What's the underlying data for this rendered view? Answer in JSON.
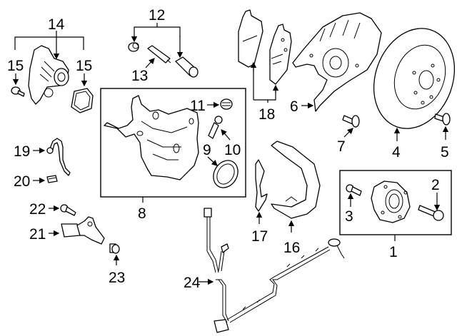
{
  "diagram": {
    "type": "exploded-parts-diagram",
    "subject": "rear brake assembly",
    "callouts": [
      {
        "number": "1",
        "part": "hub-bearing-assembly"
      },
      {
        "number": "2",
        "part": "hub-bolt"
      },
      {
        "number": "3",
        "part": "hub-screw"
      },
      {
        "number": "4",
        "part": "brake-rotor"
      },
      {
        "number": "5",
        "part": "rotor-screw"
      },
      {
        "number": "6",
        "part": "splash-shield"
      },
      {
        "number": "7",
        "part": "shield-bolt"
      },
      {
        "number": "8",
        "part": "caliper-assembly"
      },
      {
        "number": "9",
        "part": "piston-seal"
      },
      {
        "number": "10",
        "part": "bleeder-screw"
      },
      {
        "number": "11",
        "part": "bleeder-cap"
      },
      {
        "number": "12",
        "part": "guide-pin-kit"
      },
      {
        "number": "13",
        "part": "guide-pin"
      },
      {
        "number": "14",
        "part": "parking-brake-motor"
      },
      {
        "number": "15",
        "part": "motor-screw"
      },
      {
        "number": "15",
        "part": "motor-seal-ring"
      },
      {
        "number": "16",
        "part": "caliper-bracket"
      },
      {
        "number": "17",
        "part": "pad-spring"
      },
      {
        "number": "18",
        "part": "brake-pads"
      },
      {
        "number": "19",
        "part": "brake-hose"
      },
      {
        "number": "20",
        "part": "hose-clip"
      },
      {
        "number": "21",
        "part": "abs-wheel-speed-sensor"
      },
      {
        "number": "22",
        "part": "sensor-bolt"
      },
      {
        "number": "23",
        "part": "sensor-grommet"
      },
      {
        "number": "24",
        "part": "wiring-harness"
      }
    ]
  },
  "labels": {
    "c1": "1",
    "c2": "2",
    "c3": "3",
    "c4": "4",
    "c5": "5",
    "c6": "6",
    "c7": "7",
    "c8": "8",
    "c9": "9",
    "c10": "10",
    "c11": "11",
    "c12": "12",
    "c13": "13",
    "c14": "14",
    "c15a": "15",
    "c15b": "15",
    "c16": "16",
    "c17": "17",
    "c18": "18",
    "c19": "19",
    "c20": "20",
    "c21": "21",
    "c22": "22",
    "c23": "23",
    "c24": "24"
  },
  "colors": {
    "line": "#000000",
    "background": "#ffffff"
  }
}
